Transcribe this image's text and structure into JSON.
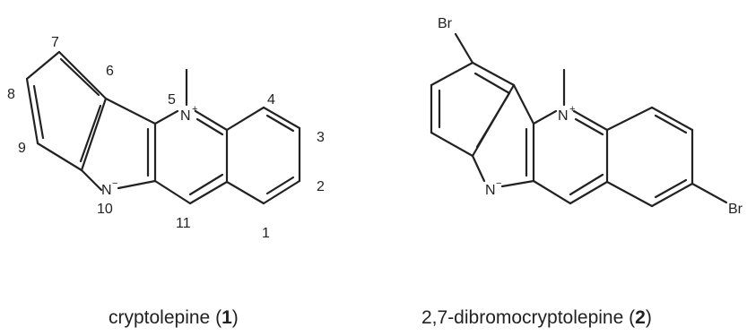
{
  "molecules": [
    {
      "caption": {
        "name": "cryptolepine (",
        "number": "1",
        "close": ")"
      },
      "atoms": {
        "n_ring": "N",
        "n_ring_charge": "+",
        "n_anion": "N",
        "n_anion_charge": "−"
      },
      "position_labels": [
        "1",
        "2",
        "3",
        "4",
        "5",
        "6",
        "7",
        "8",
        "9",
        "10",
        "11"
      ]
    },
    {
      "caption": {
        "name": "2,7-dibromocryptolepine (",
        "number": "2",
        "close": ")"
      },
      "atoms": {
        "n_ring": "N",
        "n_ring_charge": "+",
        "n_anion": "N",
        "n_anion_charge": "−",
        "br_left": "Br",
        "br_right": "Br"
      }
    }
  ]
}
